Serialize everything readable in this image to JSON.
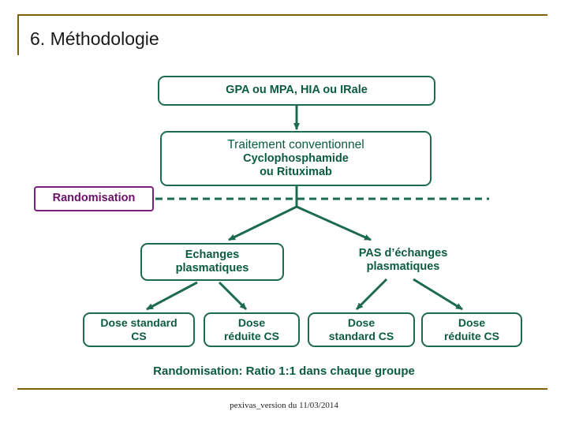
{
  "slide": {
    "title": "6. Méthodologie",
    "accent_color": "#806000",
    "diagram_color": "#1d6b4f",
    "randomisation_color": "#7b1f7b"
  },
  "diagram": {
    "boxes": {
      "diagnosis": {
        "label": "GPA ou MPA, HIA ou IRale"
      },
      "conventional": {
        "line1": "Traitement conventionnel",
        "line2": "Cyclophosphamide",
        "line3": "ou Rituximab"
      },
      "randomisation": {
        "label": "Randomisation"
      },
      "echanges": {
        "line1": "Echanges",
        "line2": "plasmatiques"
      },
      "pas_echanges": {
        "line1": "PAS d’échanges",
        "line2": "plasmatiques"
      },
      "dose_std_cs_left": {
        "line1": "Dose standard",
        "line2": "CS"
      },
      "dose_reduite_cs_left": {
        "line1": "Dose",
        "line2": "réduite CS"
      },
      "dose_standard_cs_right": {
        "line1": "Dose",
        "line2": "standard CS"
      },
      "dose_reduite_cs_right": {
        "line1": "Dose",
        "line2": "réduite CS"
      }
    }
  },
  "footer": {
    "caption": "Randomisation: Ratio 1:1 dans chaque groupe",
    "note": "pexivas_version du 11/03/2014"
  }
}
